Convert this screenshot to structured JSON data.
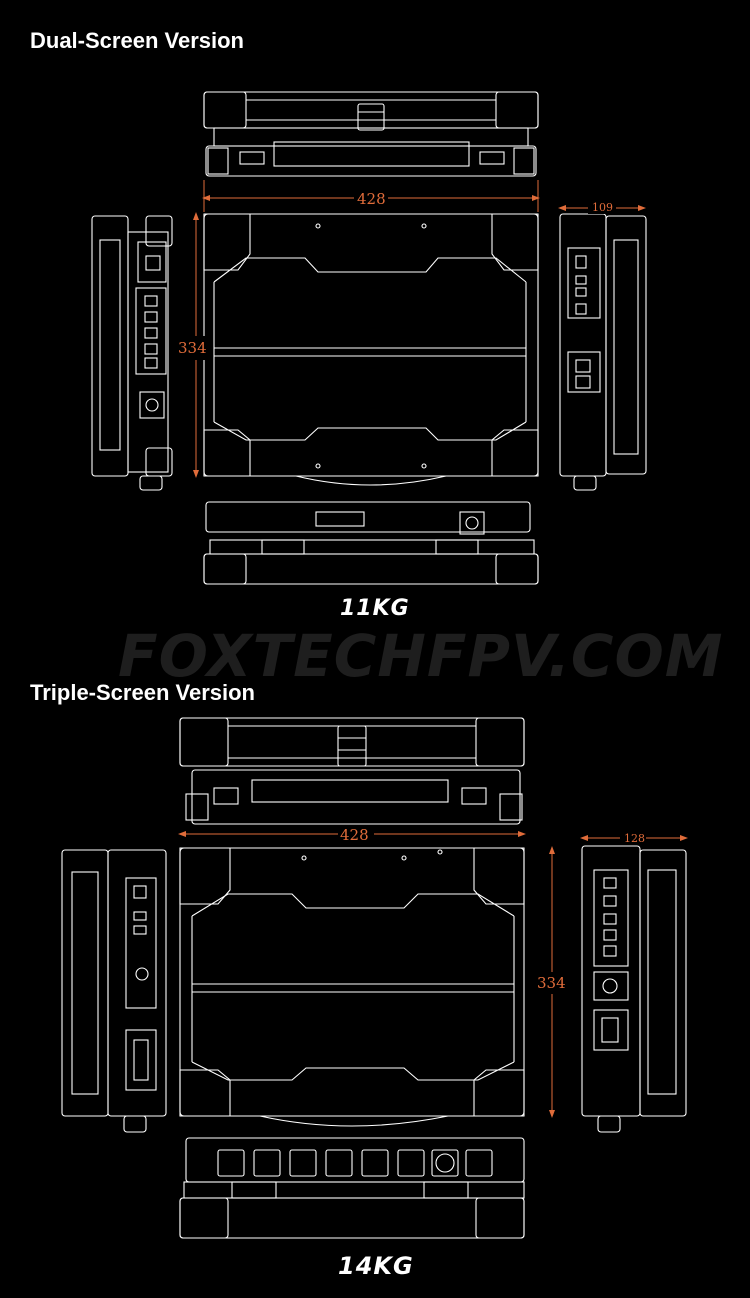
{
  "sections": [
    {
      "title": "Dual-Screen Version",
      "weight": "11KG",
      "dims": {
        "width": "428",
        "height": "334",
        "depth": "109"
      }
    },
    {
      "title": "Triple-Screen Version",
      "weight": "14KG",
      "dims": {
        "width": "428",
        "height": "334",
        "depth": "128"
      }
    }
  ],
  "watermark": "FOXTECHFPV.COM",
  "colors": {
    "line": "#ffffff",
    "dimension": "#e06c3a",
    "background": "#000000"
  }
}
